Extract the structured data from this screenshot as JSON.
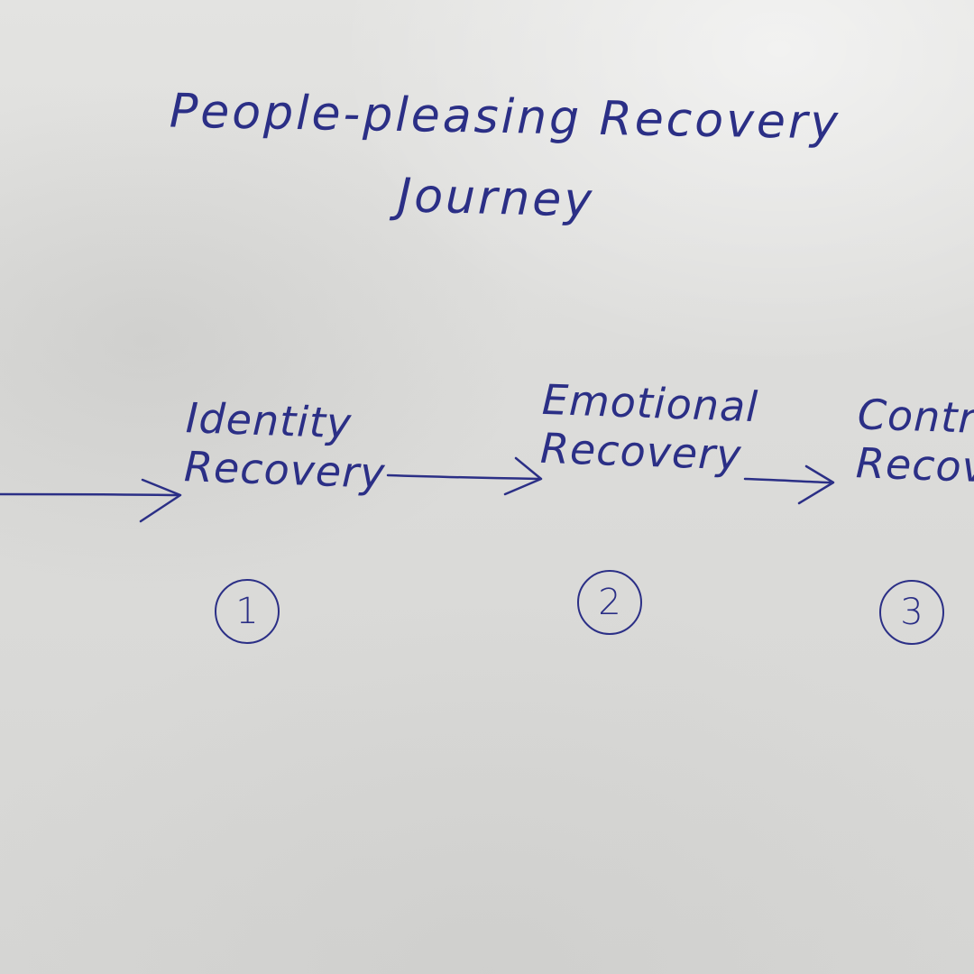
{
  "title": {
    "line1": "People-pleasing Recovery",
    "line2": "Journey"
  },
  "stages": [
    {
      "line1": "Identity",
      "line2": "Recovery",
      "number": "1"
    },
    {
      "line1": "Emotional",
      "line2": "Recovery",
      "number": "2"
    },
    {
      "line1": "Contro",
      "line2": "Recov",
      "number": "3"
    }
  ],
  "ink_color": "#2b2f86",
  "paper_color": "#dcdcda"
}
